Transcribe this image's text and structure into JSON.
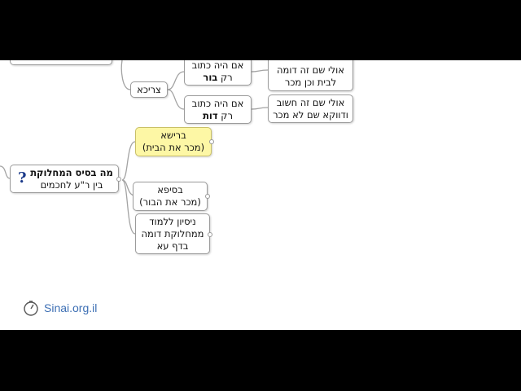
{
  "nodes": {
    "root": {
      "title": "מה בסיס המחלוקת",
      "subtitle": "בין ר\"ע לחכמים"
    },
    "top_partial": {
      "text": ""
    },
    "tzricha": {
      "text": "צריכא"
    },
    "if_bor": {
      "line1": "אם היה כתוב",
      "line2_prefix": "רק ",
      "line2_bold": "בור"
    },
    "if_dut": {
      "line1": "אם היה כתוב",
      "line2_prefix": "רק ",
      "line2_bold": "דות"
    },
    "top_right_partial": {
      "line1": "אולי שם זה דומה",
      "line2": "לבית וכן מכר"
    },
    "maybe_important": {
      "line1": "אולי שם זה חשוב",
      "line2": "ודווקא שם לא מכר"
    },
    "reisha": {
      "line1": "ברישא",
      "line2": "(מכר את הבית)"
    },
    "seifa": {
      "line1": "בסיפא",
      "line2": "(מכר את הבור)"
    },
    "attempt": {
      "line1": "ניסיון ללמוד",
      "line2": "ממחלוקת דומה",
      "line3": "בדף עא"
    }
  },
  "logo": {
    "text": "Sinai.org.il",
    "icon": "clock-icon"
  },
  "colors": {
    "highlight": "#fdf7a5",
    "border": "#9b9b9b",
    "logo": "#3d6fb4",
    "connector": "#a0a0a0"
  }
}
